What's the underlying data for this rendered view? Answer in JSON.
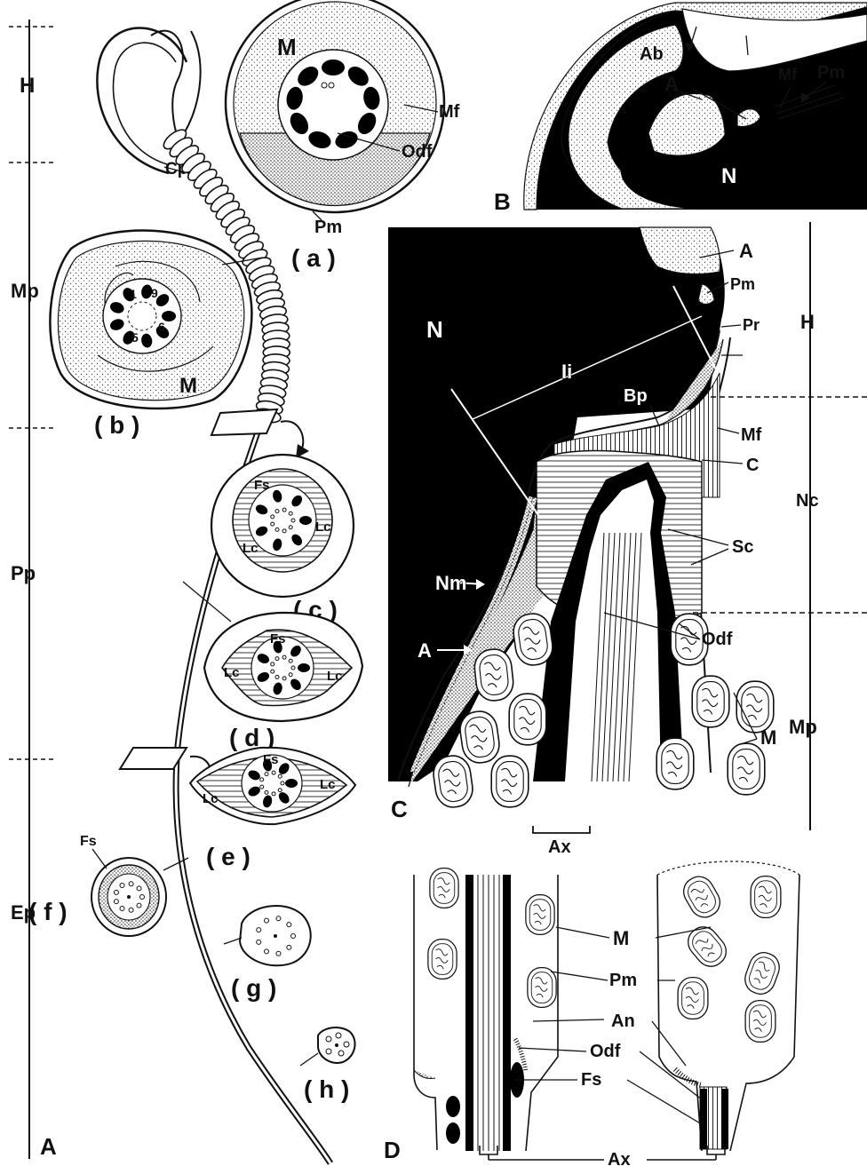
{
  "panels": {
    "A": "A",
    "B": "B",
    "C": "C",
    "D": "D"
  },
  "scale_A": {
    "H": "H",
    "Mp": "Mp",
    "Pp": "Pp",
    "Ep": "Ep"
  },
  "scale_C": {
    "H": "H",
    "Nc": "Nc",
    "Mp": "Mp"
  },
  "sections": {
    "a": "( a )",
    "b": "( b )",
    "c": "( c )",
    "d": "( d )",
    "e": "( e )",
    "f": "( f )",
    "g": "( g )",
    "h": "( h )"
  },
  "labels_A": {
    "Cp": "Cp",
    "M_a": "M",
    "Mf_a": "Mf",
    "Odf_a": "Odf",
    "Pm_a": "Pm",
    "M_b": "M",
    "n1": "1",
    "n9": "9",
    "n5": "5",
    "n6": "6",
    "Fs_c": "Fs",
    "Lc_c1": "Lc",
    "Lc_c2": "Lc",
    "Fs_d": "Fs",
    "Lc_d1": "Lc",
    "Lc_d2": "Lc",
    "Fs_e": "Fs",
    "Lc_e1": "Lc",
    "Lc_e2": "Lc",
    "Fs_f": "Fs"
  },
  "labels_B": {
    "Ab": "Ab",
    "A": "A",
    "Mf": "Mf",
    "Pm": "Pm",
    "N": "N"
  },
  "labels_C": {
    "N": "N",
    "A_top": "A",
    "Pm": "Pm",
    "Pr": "Pr",
    "Ii": "Ii",
    "Bp": "Bp",
    "Mf": "Mf",
    "C": "C",
    "Sc": "Sc",
    "Nm": "Nm",
    "Odf": "Odf",
    "A_left": "A",
    "M": "M",
    "Ax": "Ax"
  },
  "labels_D": {
    "M": "M",
    "Pm": "Pm",
    "An": "An",
    "Odf": "Odf",
    "Fs": "Fs",
    "Ax": "Ax"
  }
}
